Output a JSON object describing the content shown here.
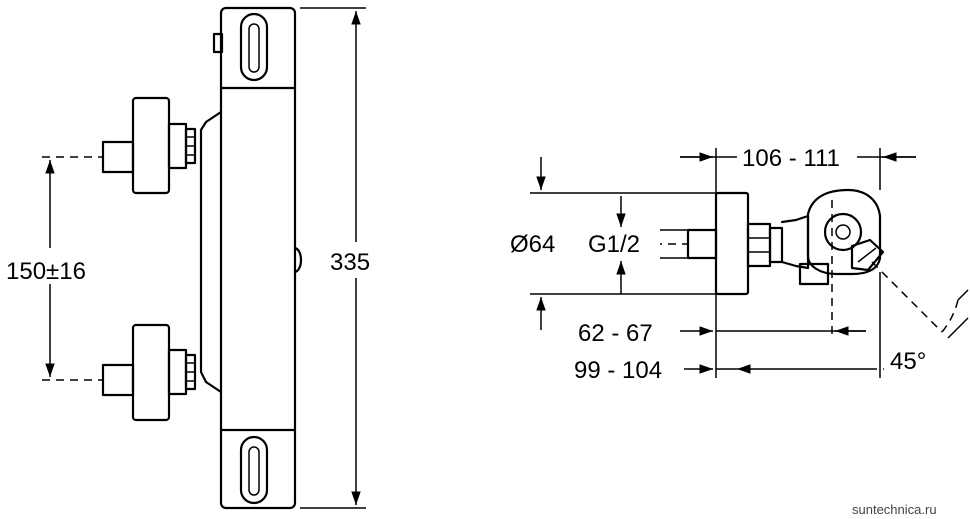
{
  "dimensions": {
    "height_total": "335",
    "inlet_spacing": "150±16",
    "depth_top": "106 - 111",
    "outer_diameter": "Ø64",
    "thread": "G1/2",
    "depth_mid": "62 - 67",
    "depth_bottom": "99 - 104",
    "angle": "45°"
  },
  "watermark": "suntechnica.ru"
}
